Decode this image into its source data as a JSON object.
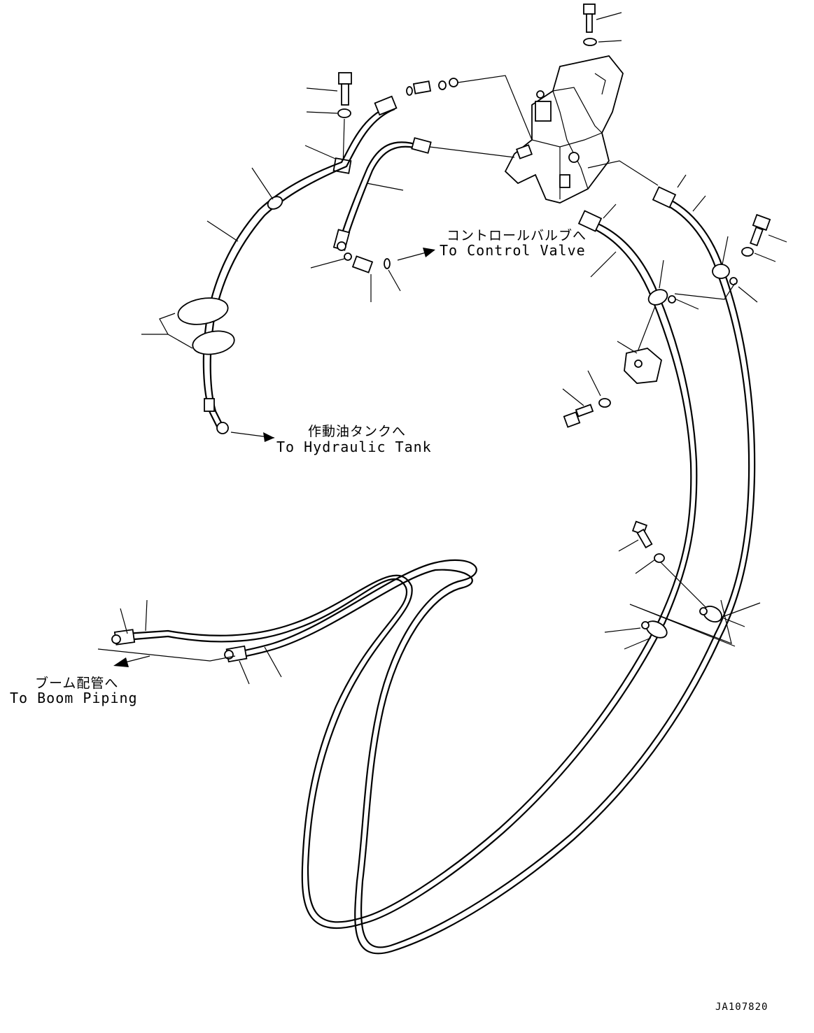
{
  "annotations": {
    "control_valve_jp": "コントロールバルブへ",
    "control_valve_en": "To Control Valve",
    "hydraulic_tank_jp": "作動油タンクへ",
    "hydraulic_tank_en": "To Hydraulic Tank",
    "boom_piping_jp": "ブーム配管へ",
    "boom_piping_en": "To Boom Piping"
  },
  "drawing_code": "JA107820"
}
